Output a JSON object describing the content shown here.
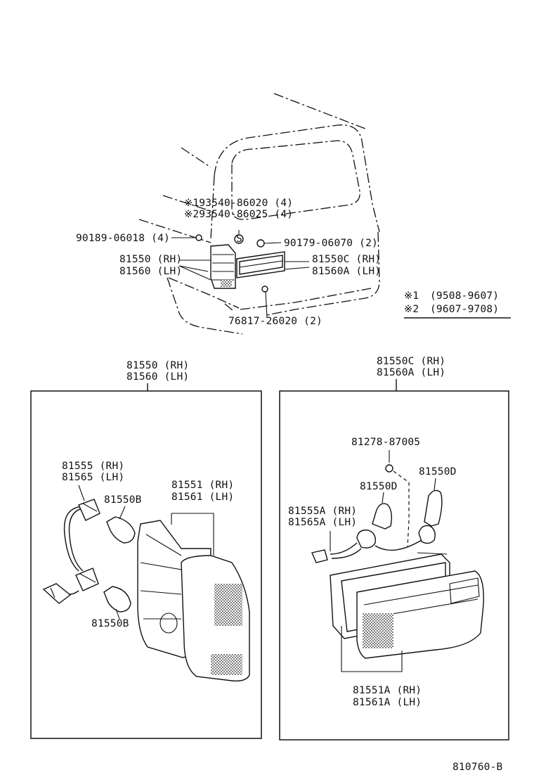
{
  "overview": {
    "labels": {
      "grommet_1": "※193540-86020 (4)",
      "grommet_2": "※293540-86025 (4)",
      "screw_left": "90189-06018 (4)",
      "screw_right": "90179-06070 (2)",
      "lamp_rh": "81550 (RH)",
      "lamp_lh": "81560 (LH)",
      "inner_rh": "81550C (RH)",
      "inner_lh": "81560A (LH)",
      "clip": "76817-26020 (2)",
      "s_mark": "S"
    },
    "notes": [
      {
        "mark": "※1",
        "range": "(9508-9607)"
      },
      {
        "mark": "※2",
        "range": "(9607-9708)"
      }
    ]
  },
  "left_panel": {
    "header_rh": "81550 (RH)",
    "header_lh": "81560 (LH)",
    "socket_rh": "81555 (RH)",
    "socket_lh": "81565 (LH)",
    "bulb_top": "81550B",
    "bulb_bottom": "81550B",
    "lens_rh": "81551 (RH)",
    "lens_lh": "81561 (LH)"
  },
  "right_panel": {
    "header_rh": "81550C (RH)",
    "header_lh": "81560A (LH)",
    "screw": "81278-87005",
    "bulb_right": "81550D",
    "bulb_left": "81550D",
    "socket_rh": "81555A (RH)",
    "socket_lh": "81565A (LH)",
    "lens_rh": "81551A (RH)",
    "lens_lh": "81561A (LH)"
  },
  "figure_id": "810760-B"
}
